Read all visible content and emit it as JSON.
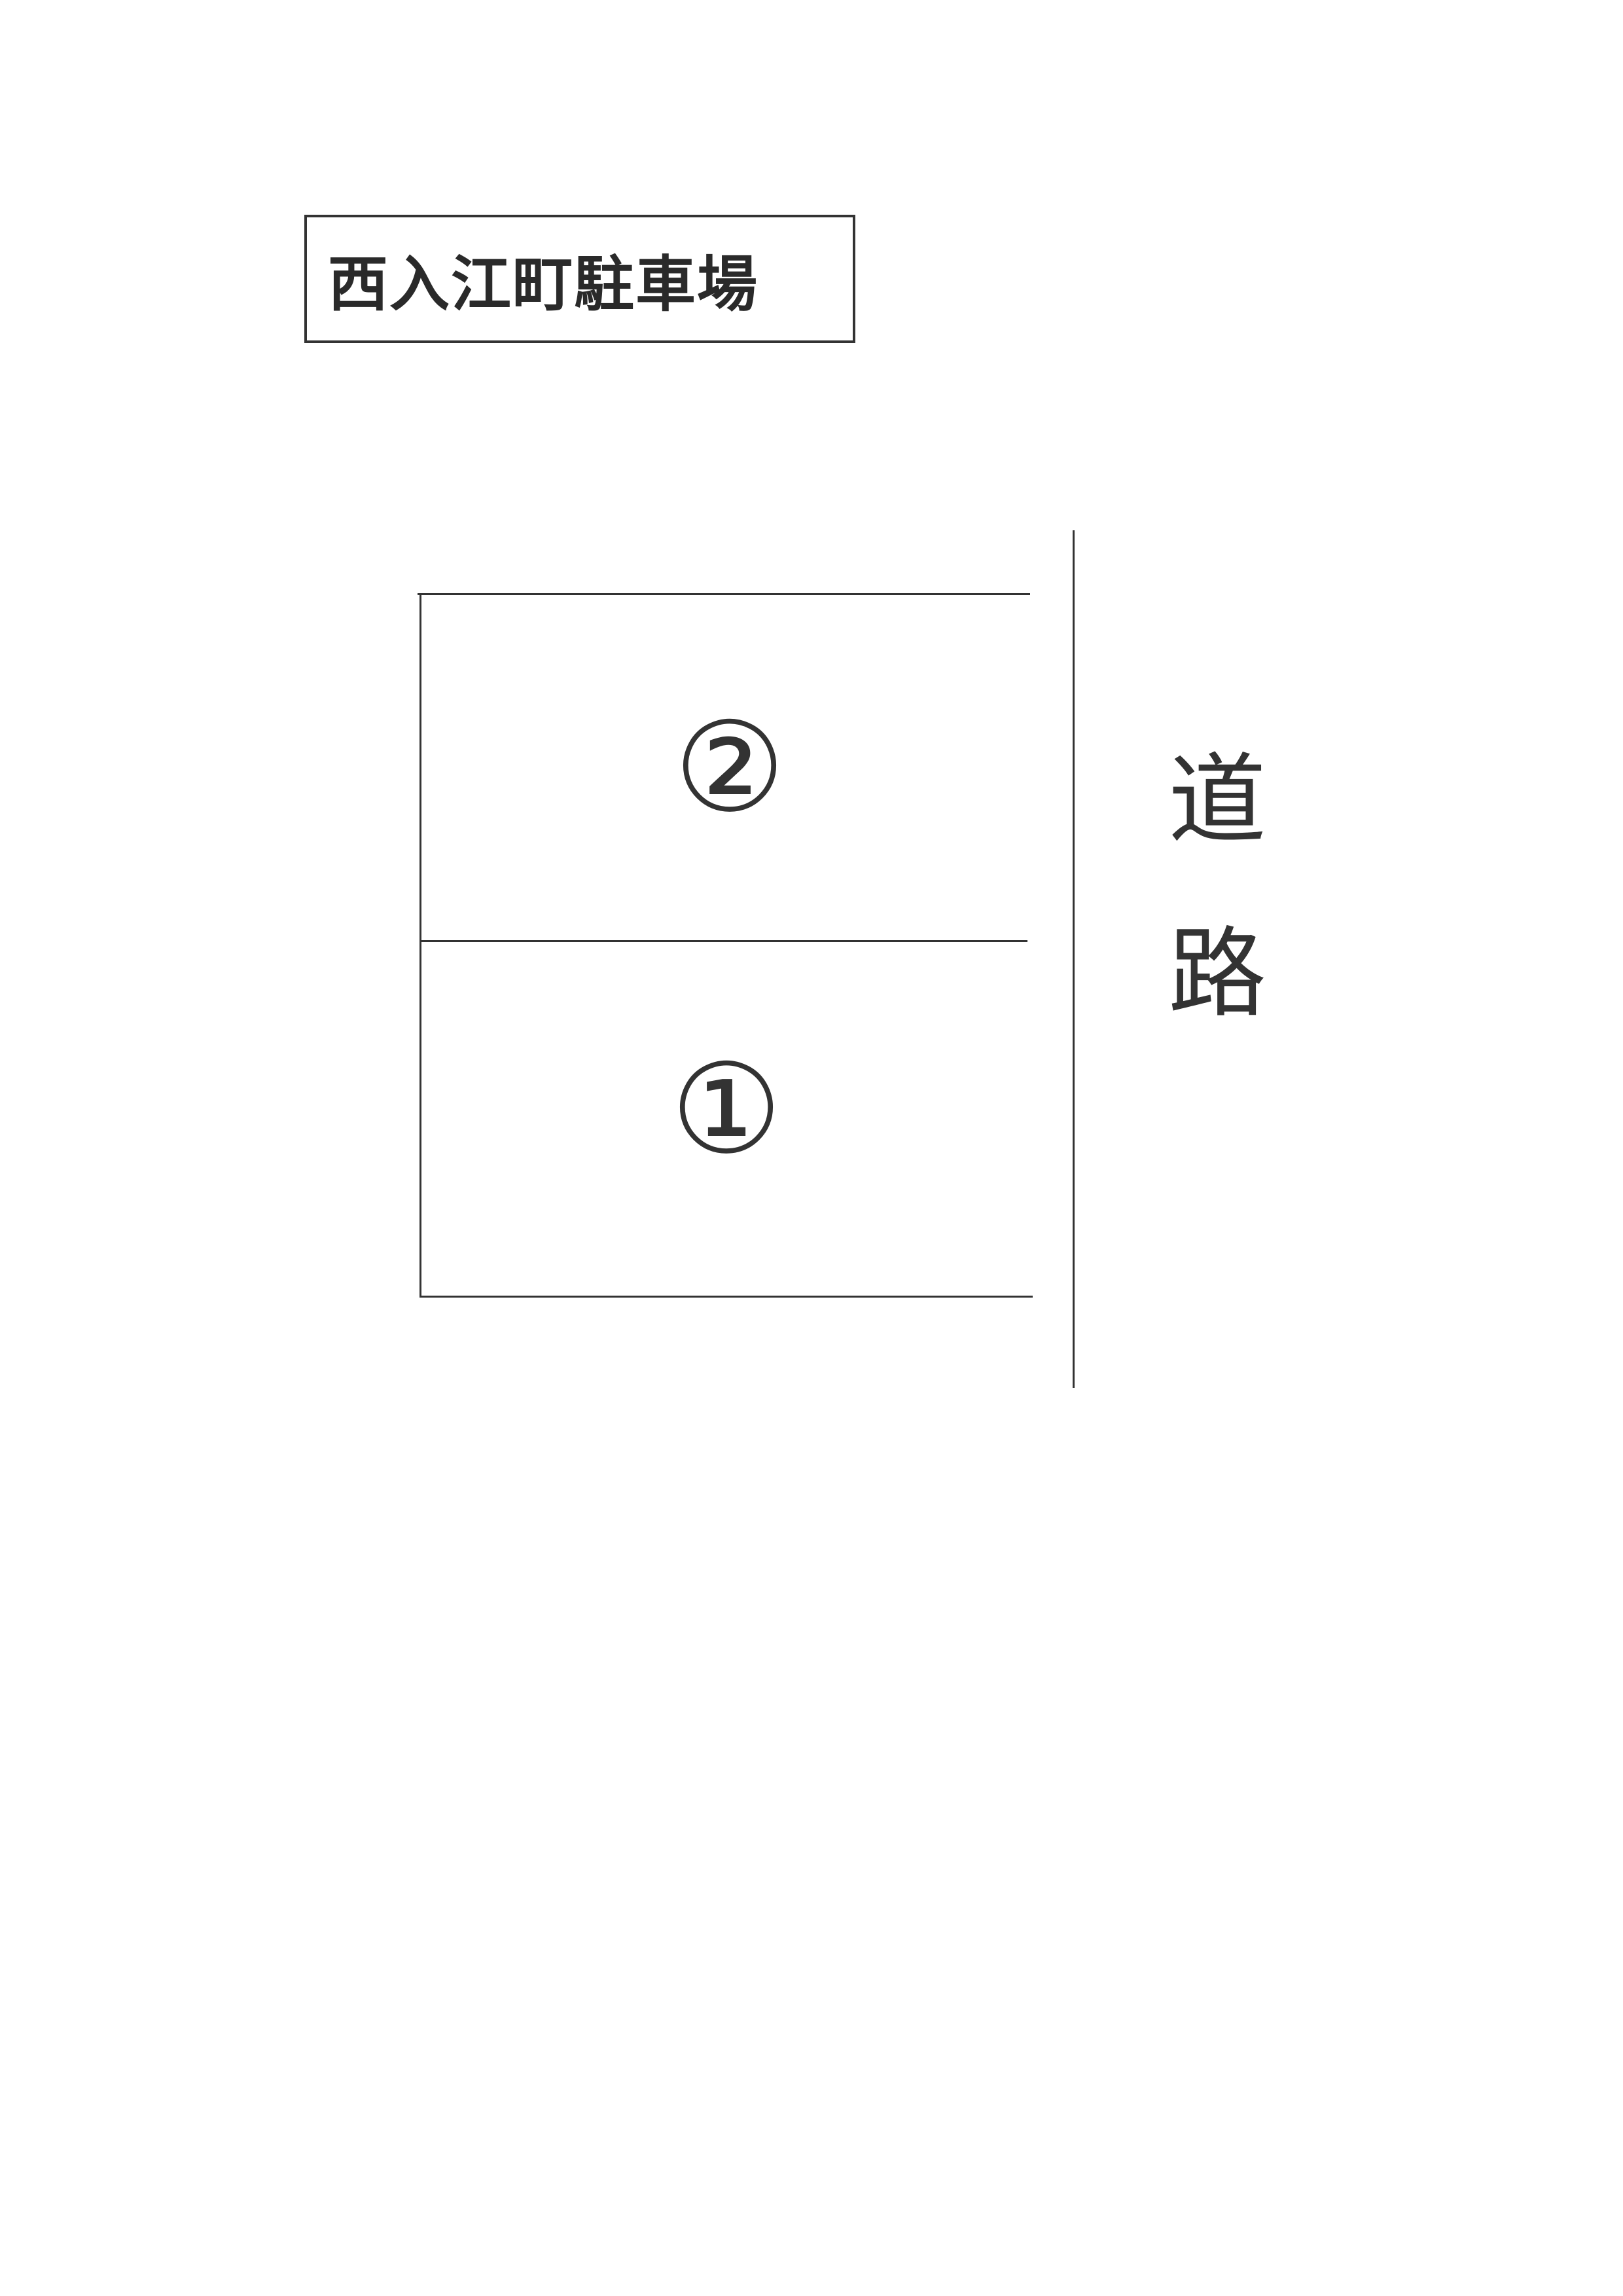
{
  "title": "西入江町駐車場",
  "lots": [
    {
      "label": "②"
    },
    {
      "label": "①"
    }
  ],
  "road": {
    "char1": "道",
    "char2": "路"
  }
}
